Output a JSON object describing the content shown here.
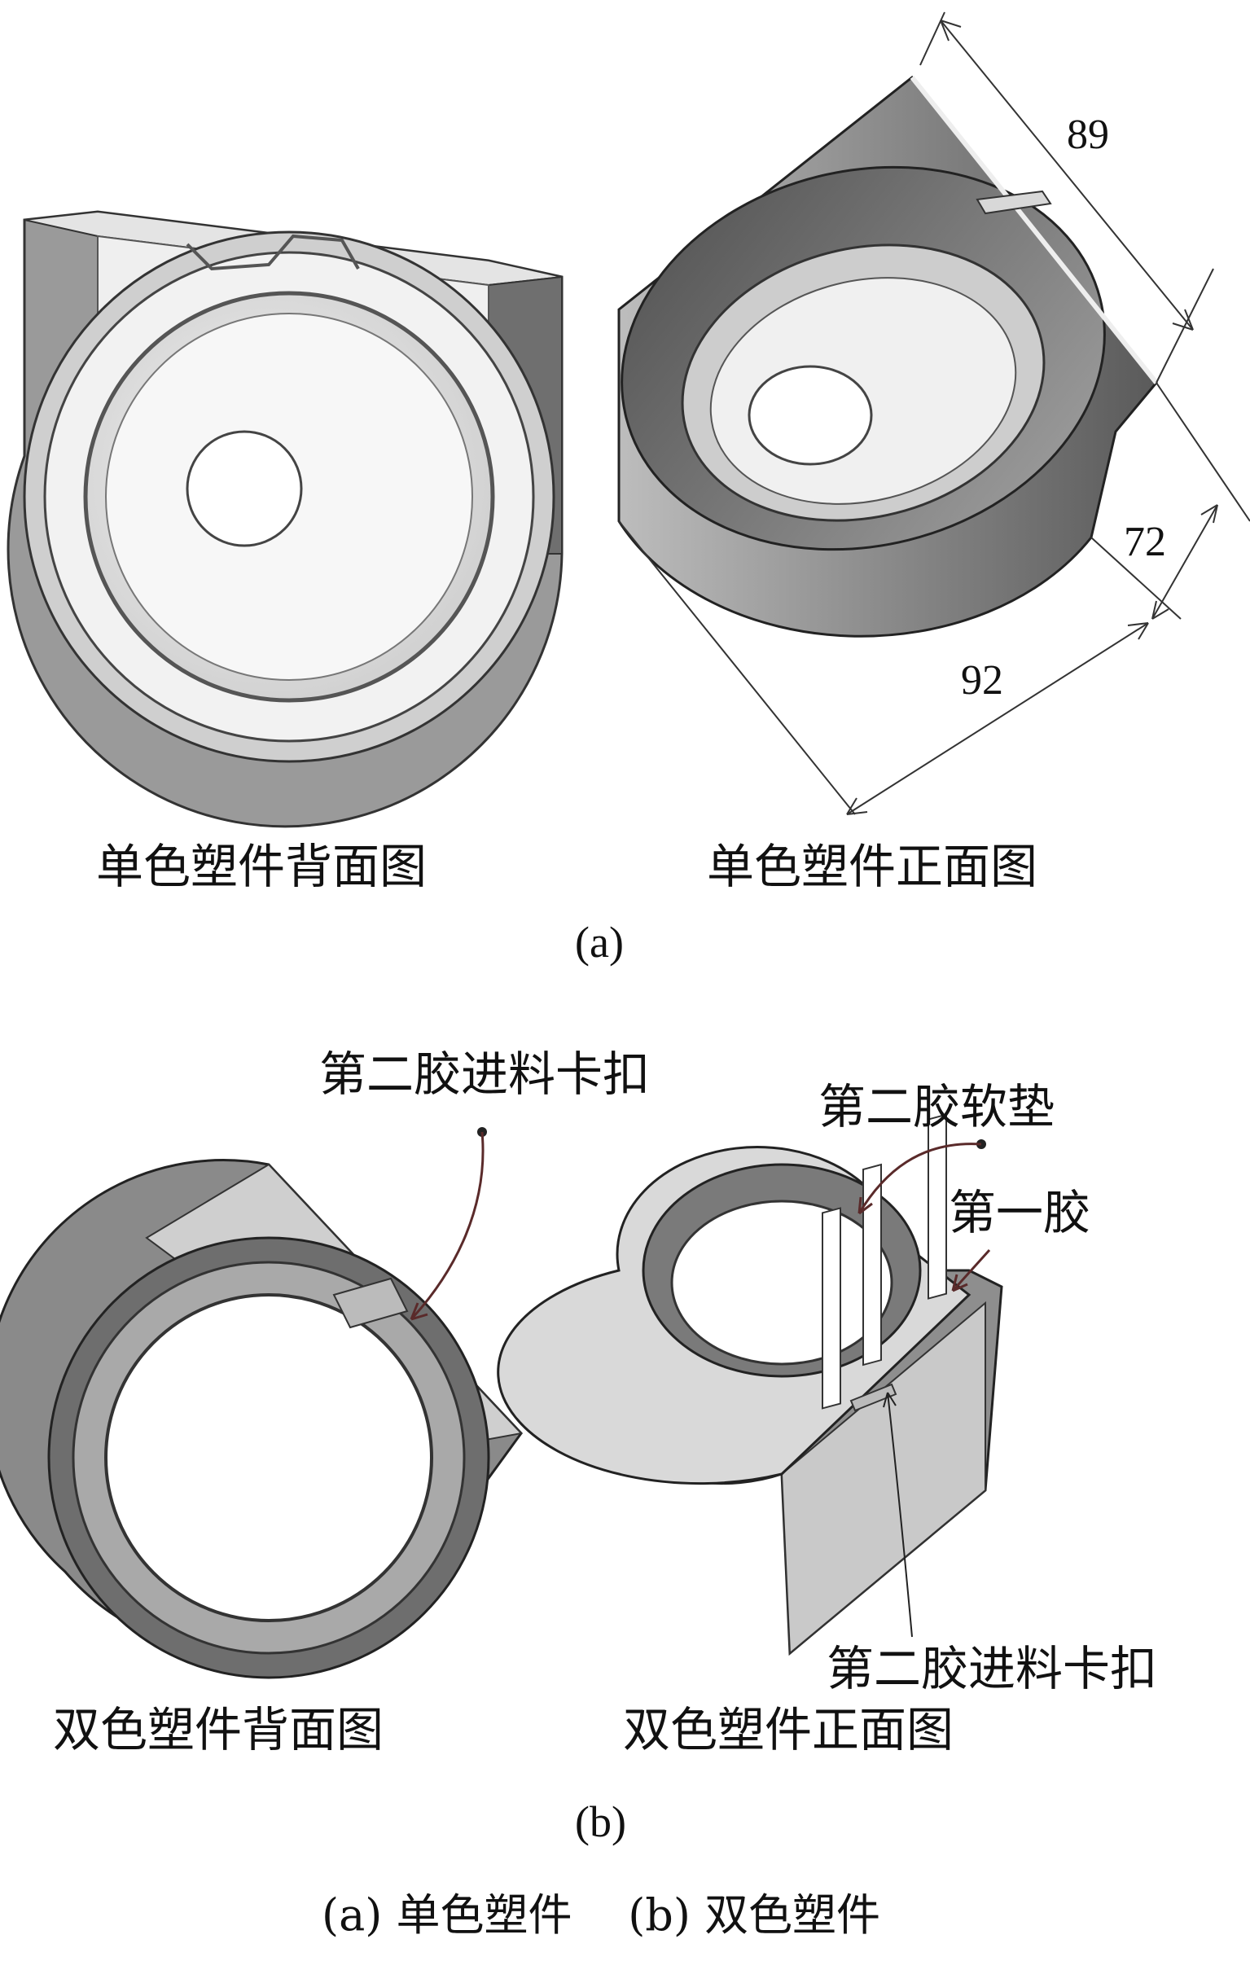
{
  "part_a": {
    "back_label": "单色塑件背面图",
    "front_label": "单色塑件正面图",
    "sub_label": "(a)",
    "dims": {
      "d1": "89",
      "d2": "72",
      "d3": "92"
    }
  },
  "part_b": {
    "back_label": "双色塑件背面图",
    "front_label": "双色塑件正面图",
    "sub_label": "(b)",
    "callouts": {
      "feed_clip_top": "第二胶进料卡扣",
      "soft_pad": "第二胶软垫",
      "first_shot": "第一胶",
      "feed_clip_bottom": "第二胶进料卡扣"
    }
  },
  "caption": {
    "a_tag": "(a)",
    "a_text": "单色塑件",
    "b_tag": "(b)",
    "b_text": "双色塑件"
  },
  "colors": {
    "body": "#8a8a8a",
    "light": "#e8e8e8",
    "dark": "#4a4a4a",
    "line": "#222222",
    "callout": "#5a2a2a"
  }
}
